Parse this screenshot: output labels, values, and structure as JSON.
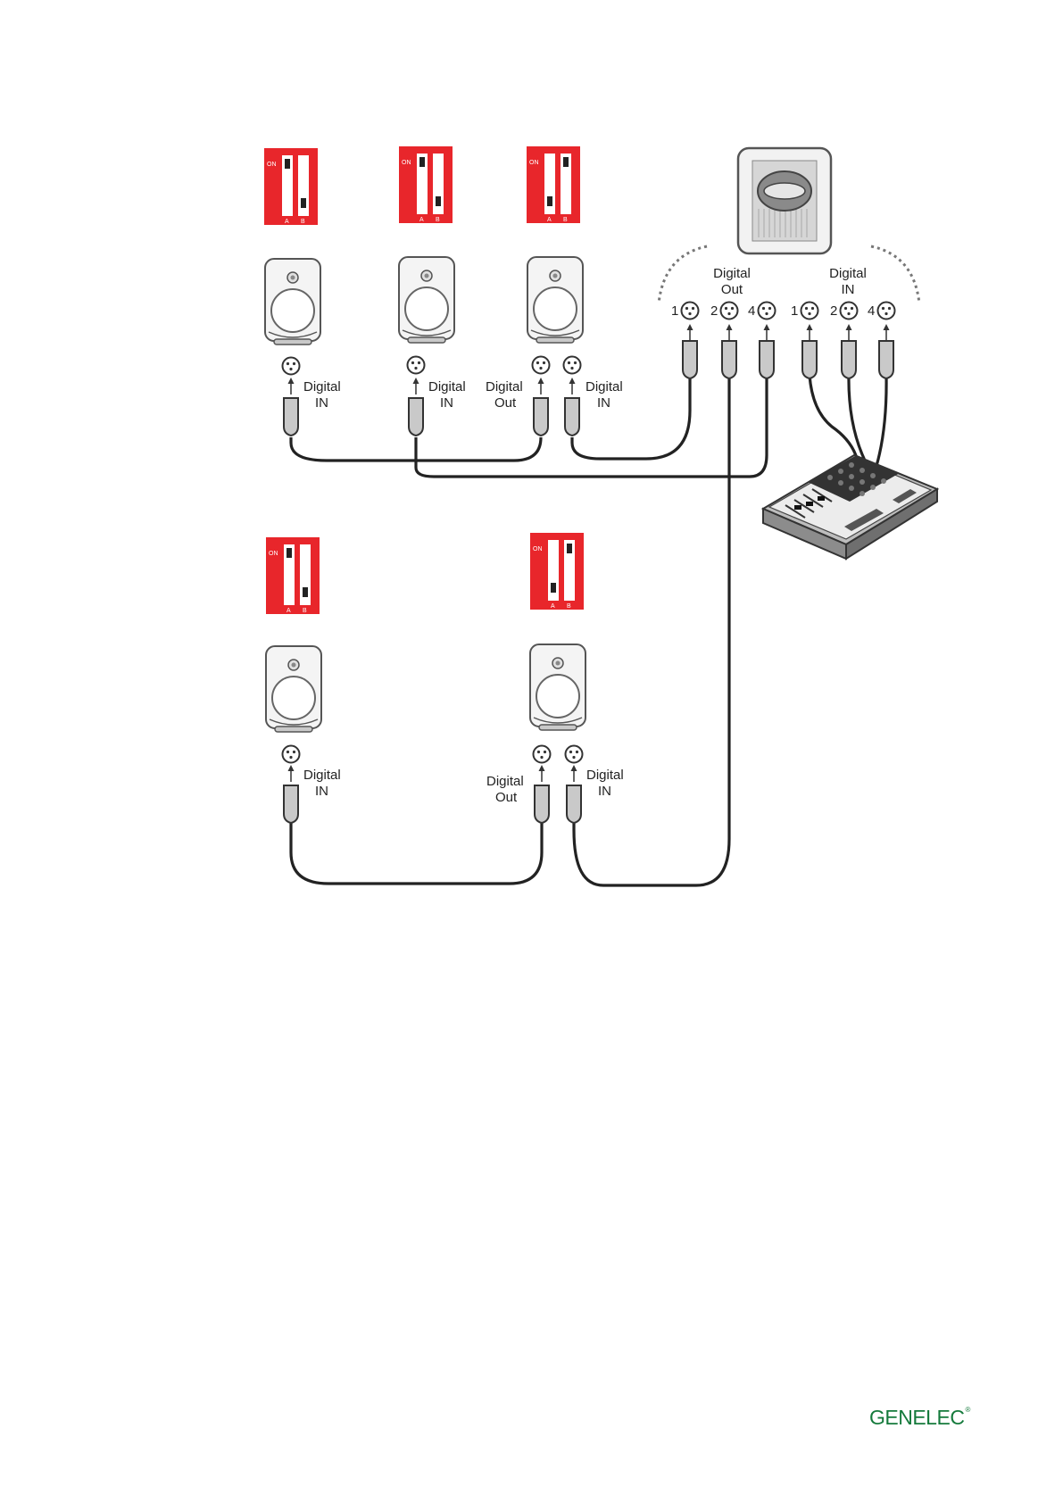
{
  "brand": {
    "name": "GENELEC",
    "mark": "®",
    "color": "#157a3c"
  },
  "colors": {
    "dip_red": "#e8262b",
    "cable": "#222222",
    "plug": "#c9c9c9"
  },
  "dip": {
    "on": "ON",
    "a": "A",
    "b": "B"
  },
  "labels": {
    "digital": "Digital",
    "in": "IN",
    "out": "Out"
  },
  "ports": {
    "p1": "1",
    "p2": "2",
    "p4": "4"
  },
  "icons": [
    "dip-switch-icon",
    "speaker-icon",
    "subwoofer-icon",
    "mixer-icon",
    "xlr-connector-icon"
  ]
}
